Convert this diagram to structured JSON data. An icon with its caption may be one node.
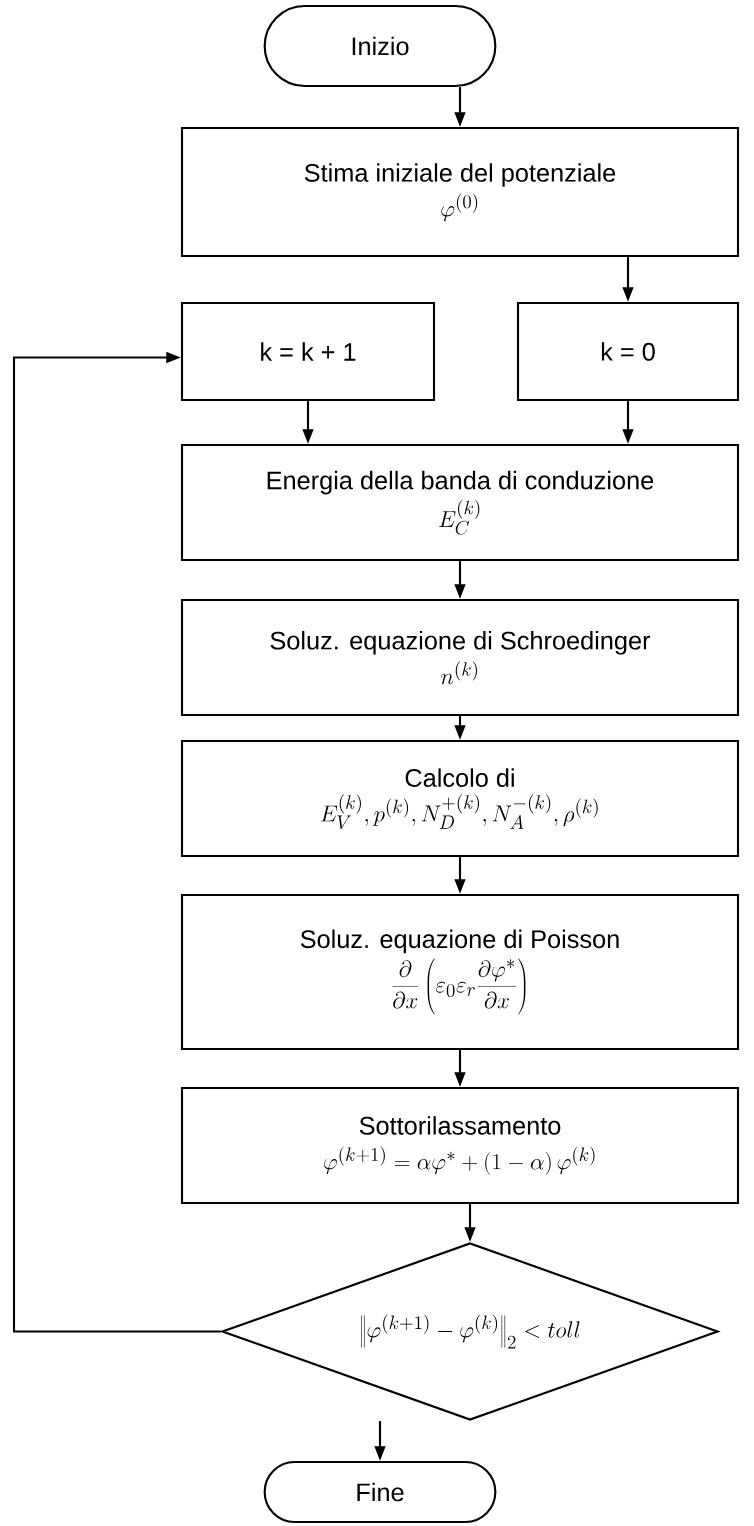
{
  "diagram": {
    "nodes": [
      {
        "text": [
          "Inizio"
        ]
      },
      {
        "text": [
          "Stima iniziale del potenziale",
          "\\varphi^{(0)}"
        ]
      },
      {
        "text": [
          "k = k + 1"
        ]
      },
      {
        "text": [
          "k = 0"
        ]
      },
      {
        "text": [
          "Energia della banda di conduzione",
          "E_C^{(k)}"
        ]
      },
      {
        "text": [
          "Soluz. equazione di Schroedinger",
          "n^{(k)}"
        ]
      },
      {
        "text": [
          "Calcolo di",
          "E_V^{(k)}, p^{(k)}, N_D^{+(k)}, N_A^{-(k)}, \\rho^{(k)}"
        ]
      },
      {
        "text": [
          "Soluz. equazione di Poisson",
          "\\frac{\\partial}{\\partial x}\\left(\\varepsilon_0\\varepsilon_r\\frac{\\partial\\varphi^*}{\\partial x}\\right)"
        ]
      },
      {
        "text": [
          "Sottorilassamento",
          "\\varphi^{(k+1)} = \\alpha\\varphi^* + \\left(1-\\alpha\\right)\\varphi^{(k)}"
        ]
      },
      {
        "text": [
          "\\left\\|\\varphi^{(k+1)}-\\varphi^{(k)}\\right\\|_2 < toll"
        ]
      },
      {
        "text": [
          "Fine"
        ]
      }
    ],
    "edges": [
      {
        "from": 0,
        "to": 1,
        "arrow": "to"
      },
      {
        "from": 1,
        "to": 3,
        "arrow": "to"
      },
      {
        "from": 2,
        "to": 4,
        "arrow": "to"
      },
      {
        "from": 3,
        "to": 4,
        "arrow": "to"
      },
      {
        "from": 4,
        "to": 5,
        "arrow": "to"
      },
      {
        "from": 5,
        "to": 6,
        "arrow": "to"
      },
      {
        "from": 6,
        "to": 7,
        "arrow": "to"
      },
      {
        "from": 7,
        "to": 8,
        "arrow": "to"
      },
      {
        "from": 8,
        "to": 9,
        "arrow": "to"
      },
      {
        "from": 9,
        "to": 10,
        "arrow": "to"
      },
      {
        "from": 9,
        "to": 2,
        "arrow": "to"
      }
    ]
  }
}
